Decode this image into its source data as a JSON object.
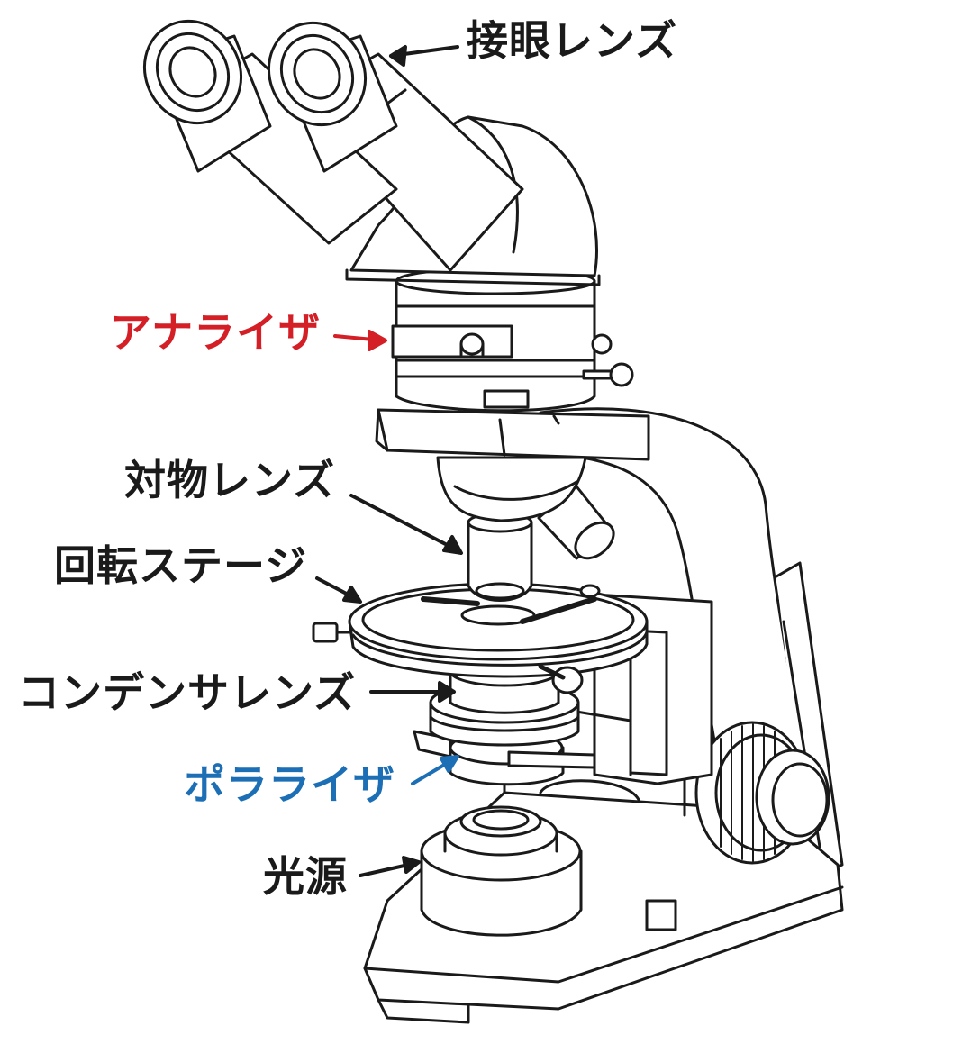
{
  "labels": {
    "eyepiece": "接眼レンズ",
    "analyzer": "アナライザ",
    "objective": "対物レンズ",
    "stage": "回転ステージ",
    "condenser": "コンデンサレンズ",
    "polarizer": "ポラライザ",
    "light_source": "光源"
  },
  "colors": {
    "ink": "#1a1a1a",
    "analyzer": "#d41f26",
    "polarizer": "#1c6fb5",
    "fill": "#ffffff"
  }
}
